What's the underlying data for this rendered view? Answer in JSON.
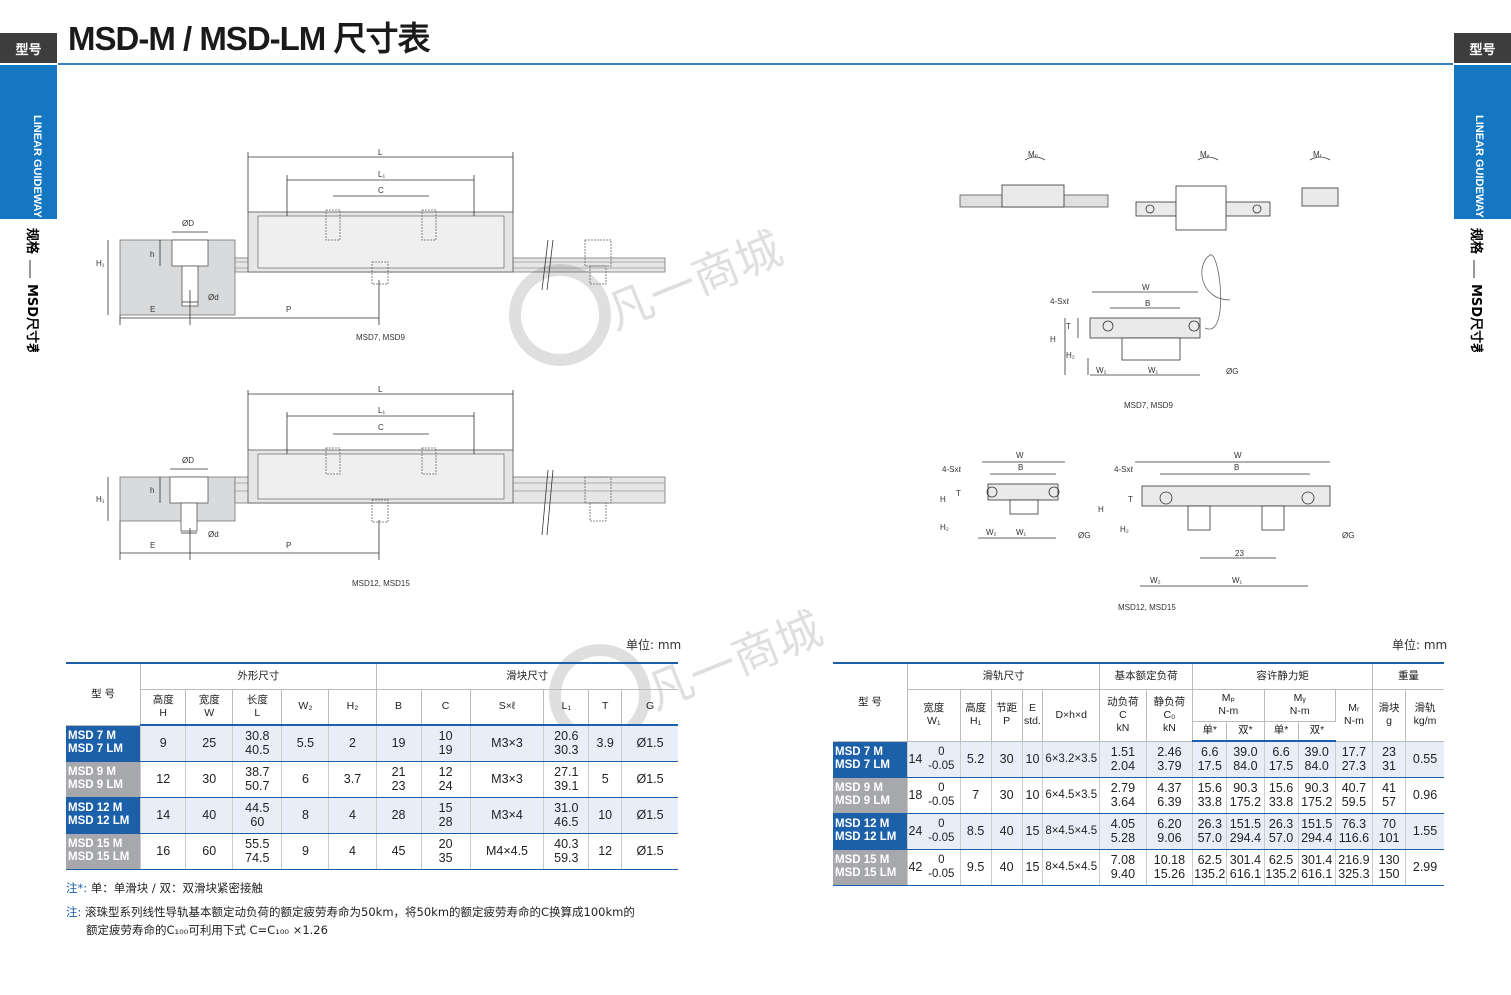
{
  "header": {
    "title": "MSD-M / MSD-LM 尺寸表",
    "side_label": "型号",
    "side_category": "LINEAR GUIDEWAY",
    "side_vertical_1": "规格",
    "side_vertical_2": "MSD尺寸表"
  },
  "diagrams": {
    "top_left_caption": "MSD7, MSD9",
    "bottom_left_caption": "MSD12, MSD15",
    "right_mid_caption": "MSD7, MSD9",
    "right_bottom_caption": "MSD12, MSD15",
    "labels": {
      "L": "L",
      "L1": "L₁",
      "C": "C",
      "phiD": "ØD",
      "phid": "Ød",
      "h": "h",
      "H1": "H₁",
      "E": "E",
      "P": "P",
      "W": "W",
      "B": "B",
      "T": "T",
      "H": "H",
      "H2": "H₂",
      "W2": "W₂",
      "W1": "W₁",
      "phiG": "ØG",
      "Sxl": "4-Sxℓ",
      "MP": "Mₚ",
      "MY": "Mᵧ",
      "MR": "Mᵣ",
      "dim23": "23"
    }
  },
  "unit_label": "单位: mm",
  "left_table": {
    "group_headers": [
      "型 号",
      "外形尺寸",
      "滑块尺寸"
    ],
    "columns": [
      "高度\nH",
      "宽度\nW",
      "长度\nL",
      "W₂",
      "H₂",
      "B",
      "C",
      "S×ℓ",
      "L₁",
      "T",
      "G"
    ],
    "rows": [
      {
        "model": [
          "MSD 7 M",
          "MSD 7 LM"
        ],
        "cells": [
          "9",
          "25",
          "30.8\n40.5",
          "5.5",
          "2",
          "19",
          "10\n19",
          "M3×3",
          "20.6\n30.3",
          "3.9",
          "Ø1.5"
        ]
      },
      {
        "model": [
          "MSD 9 M",
          "MSD 9 LM"
        ],
        "cells": [
          "12",
          "30",
          "38.7\n50.7",
          "6",
          "3.7",
          "21\n23",
          "12\n24",
          "M3×3",
          "27.1\n39.1",
          "5",
          "Ø1.5"
        ]
      },
      {
        "model": [
          "MSD 12 M",
          "MSD 12 LM"
        ],
        "cells": [
          "14",
          "40",
          "44.5\n60",
          "8",
          "4",
          "28",
          "15\n28",
          "M3×4",
          "31.0\n46.5",
          "10",
          "Ø1.5"
        ]
      },
      {
        "model": [
          "MSD 15 M",
          "MSD 15 LM"
        ],
        "cells": [
          "16",
          "60",
          "55.5\n74.5",
          "9",
          "4",
          "45",
          "20\n35",
          "M4×4.5",
          "40.3\n59.3",
          "12",
          "Ø1.5"
        ]
      }
    ]
  },
  "right_table": {
    "group_headers": [
      "型 号",
      "滑轨尺寸",
      "基本额定负荷",
      "容许静力矩",
      "重量"
    ],
    "columns": [
      "宽度\nW₁",
      "高度\nH₁",
      "节距\nP",
      "E\nstd.",
      "D×h×d",
      "动负荷\nC\nkN",
      "静负荷\nC₀\nkN",
      "Mₚ\nN-m",
      "Mᵧ\nN-m",
      "Mᵣ\nN-m",
      "滑块\ng",
      "滑轨\nkg/m"
    ],
    "sub_single": "单*",
    "sub_double": "双*",
    "rows": [
      {
        "model": [
          "MSD 7 M",
          "MSD 7 LM"
        ],
        "w1": "14",
        "tol": [
          "0",
          "-0.05"
        ],
        "cells": [
          "5.2",
          "30",
          "10",
          "6×3.2×3.5",
          "1.51\n2.04",
          "2.46\n3.79",
          "6.6\n17.5",
          "39.0\n84.0",
          "6.6\n17.5",
          "39.0\n84.0",
          "17.7\n27.3",
          "23\n31",
          "0.55"
        ]
      },
      {
        "model": [
          "MSD 9 M",
          "MSD 9 LM"
        ],
        "w1": "18",
        "tol": [
          "0",
          "-0.05"
        ],
        "cells": [
          "7",
          "30",
          "10",
          "6×4.5×3.5",
          "2.79\n3.64",
          "4.37\n6.39",
          "15.6\n33.8",
          "90.3\n175.2",
          "15.6\n33.8",
          "90.3\n175.2",
          "40.7\n59.5",
          "41\n57",
          "0.96"
        ]
      },
      {
        "model": [
          "MSD 12 M",
          "MSD 12 LM"
        ],
        "w1": "24",
        "tol": [
          "0",
          "-0.05"
        ],
        "cells": [
          "8.5",
          "40",
          "15",
          "8×4.5×4.5",
          "4.05\n5.28",
          "6.20\n9.06",
          "26.3\n57.0",
          "151.5\n294.4",
          "26.3\n57.0",
          "151.5\n294.4",
          "76.3\n116.6",
          "70\n101",
          "1.55"
        ]
      },
      {
        "model": [
          "MSD 15 M",
          "MSD 15 LM"
        ],
        "w1": "42",
        "tol": [
          "0",
          "-0.05"
        ],
        "cells": [
          "9.5",
          "40",
          "15",
          "8×4.5×4.5",
          "7.08\n9.40",
          "10.18\n15.26",
          "62.5\n135.2",
          "301.4\n616.1",
          "62.5\n135.2",
          "301.4\n616.1",
          "216.9\n325.3",
          "130\n150",
          "2.99"
        ]
      }
    ]
  },
  "notes": {
    "note1_prefix": "注*:",
    "note1_text": "单：单滑块 / 双：双滑块紧密接触",
    "note2_prefix": "注:",
    "note2_line1": "滚珠型系列线性导轨基本额定动负荷的额定疲劳寿命为50km，将50km的额定疲劳寿命的C换算成100km的",
    "note2_line2": "额定疲劳寿命的C₁₀₀可利用下式 C=C₁₀₀ ×1.26"
  },
  "watermark": "凡一商城"
}
